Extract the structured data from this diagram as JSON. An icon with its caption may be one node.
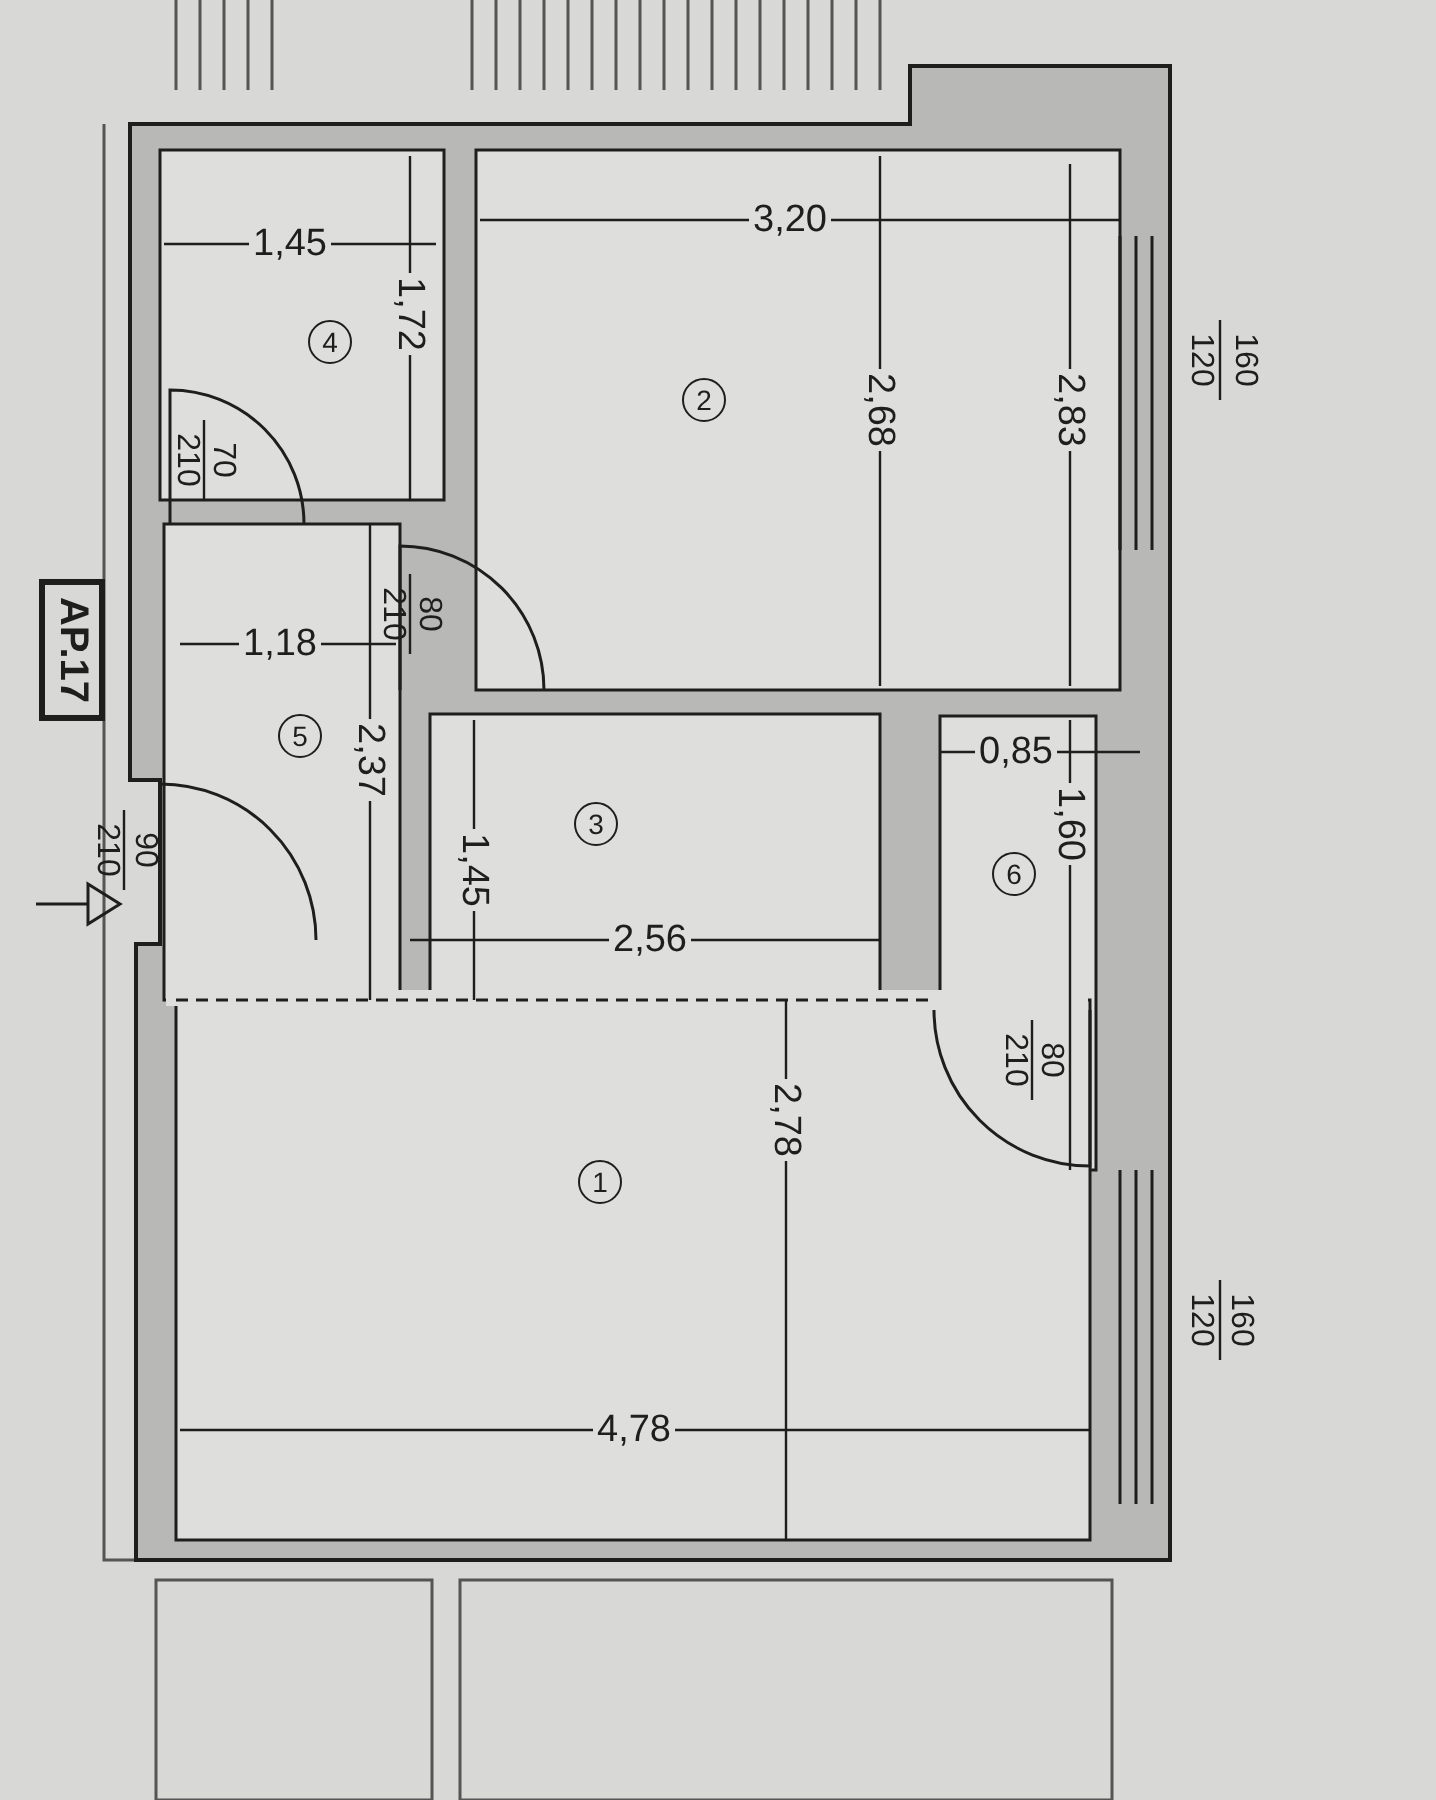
{
  "diagram": {
    "nodes": [
      {
        "text": [
          "AP.17"
        ]
      },
      {
        "text": [
          "4"
        ]
      },
      {
        "text": [
          "2"
        ]
      },
      {
        "text": [
          "5"
        ]
      },
      {
        "text": [
          "3"
        ]
      },
      {
        "text": [
          "6"
        ]
      },
      {
        "text": [
          "1"
        ]
      }
    ],
    "labels": [
      "1,45",
      "3,20",
      "1,72",
      "2,68",
      "2,83",
      "160",
      "120",
      "70",
      "210",
      "80",
      "210",
      "1,18",
      "2,37",
      "0,85",
      "1,60",
      "1,45",
      "90",
      "210",
      "2,56",
      "80",
      "210",
      "2,78",
      "160",
      "120",
      "4,78"
    ]
  }
}
